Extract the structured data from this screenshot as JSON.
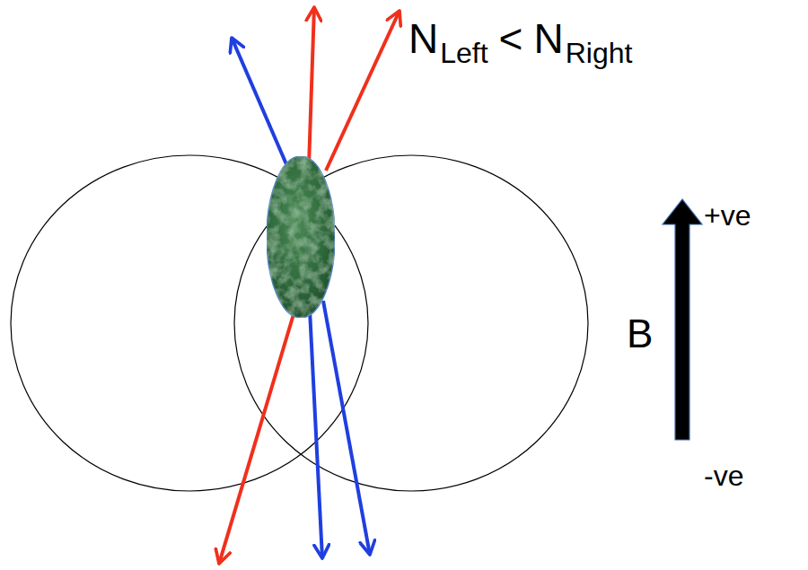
{
  "diagram": {
    "labels": [
      "N",
      "Left",
      "<",
      "N",
      "Right",
      "B",
      "+ve",
      "-ve"
    ]
  }
}
